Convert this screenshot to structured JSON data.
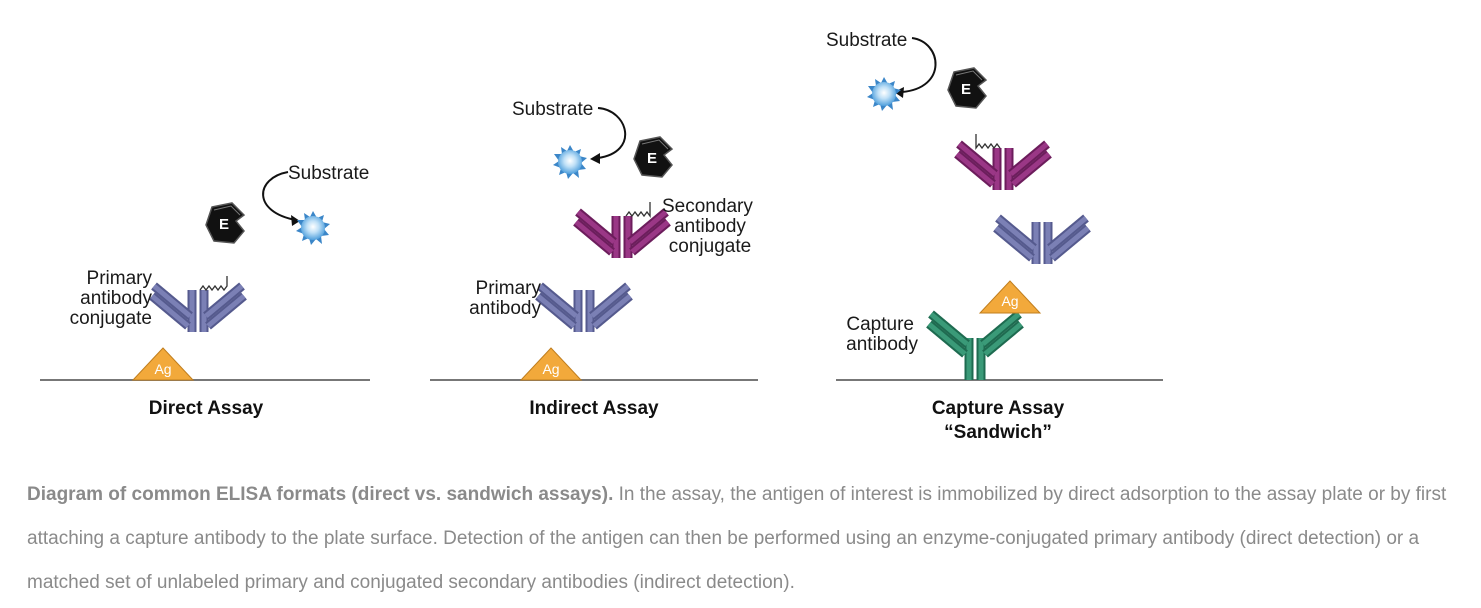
{
  "colors": {
    "primary_antibody": "#6b6fa3",
    "secondary_antibody": "#8b2a78",
    "capture_antibody": "#2f8a6a",
    "antigen": "#f2a93b",
    "enzyme": "#111111",
    "substrate": "#6fb6ea",
    "caption_text": "#8a8a8a"
  },
  "panels": {
    "direct": {
      "title": "Direct Assay",
      "substrate_label": "Substrate",
      "antibody_label_lines": [
        "Primary",
        "antibody",
        "conjugate"
      ],
      "antigen_label": "Ag",
      "enzyme_label": "E"
    },
    "indirect": {
      "title": "Indirect Assay",
      "substrate_label": "Substrate",
      "secondary_label_lines": [
        "Secondary",
        "antibody",
        "conjugate"
      ],
      "primary_label_lines": [
        "Primary",
        "antibody"
      ],
      "antigen_label": "Ag",
      "enzyme_label": "E"
    },
    "capture": {
      "title_lines": [
        "Capture Assay",
        "“Sandwich”"
      ],
      "substrate_label": "Substrate",
      "capture_label_lines": [
        "Capture",
        "antibody"
      ],
      "antigen_label": "Ag",
      "enzyme_label": "E"
    }
  },
  "caption": {
    "bold": "Diagram of common ELISA formats (direct vs. sandwich assays).",
    "text": " In the assay, the antigen of interest is immobilized by direct adsorption to the assay plate or by first attaching a capture antibody to the plate surface. Detection of the antigen can then be performed using an enzyme-conjugated primary antibody (direct detection) or a matched set of unlabeled primary and conjugated secondary antibodies (indirect detection)."
  }
}
